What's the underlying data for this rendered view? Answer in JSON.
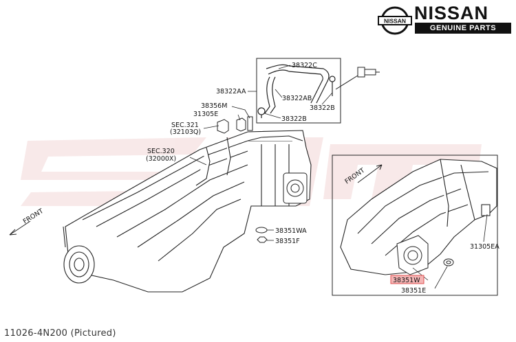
{
  "brand": {
    "badge_text": "NISSAN",
    "wordmark": "NISSAN",
    "tagline": "GENUINE PARTS"
  },
  "labels": {
    "l_38322c": "38322C",
    "l_38322aa": "38322AA",
    "l_38322ab": "38322AB",
    "l_38322b_right": "38322B",
    "l_38322b_bottom": "38322B",
    "l_38356m": "38356M",
    "l_31305e": "31305E",
    "l_sec321": "SEC.321",
    "l_32103q": "(32103Q)",
    "l_sec320": "SEC.320",
    "l_32000x": "(32000X)",
    "l_front_left": "FRONT",
    "l_front_inset": "FRONT",
    "l_38351wa": "38351WA",
    "l_38351f": "38351F",
    "l_31305ea": "31305EA",
    "l_38351w": "38351W",
    "l_38351e": "38351E"
  },
  "colors": {
    "highlight_fill": "#f4b6b6",
    "highlight_stroke": "#e05050",
    "watermark": "#f3d7d7",
    "line": "#222222"
  },
  "footer": {
    "part_caption": "11026-4N200  (Pictured)"
  }
}
